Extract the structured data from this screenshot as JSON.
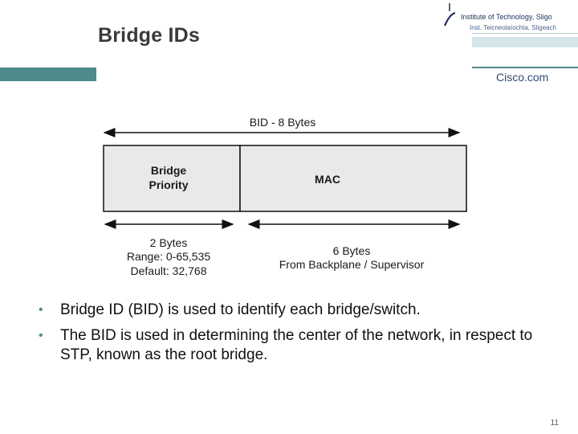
{
  "slide": {
    "title": "Bridge IDs",
    "page_number": "11"
  },
  "header": {
    "institute_name": "Institute of Technology, Sligo",
    "institute_irish": "Inst. Teicneolaíochta, Sligeach",
    "partner_logo": "Cisco.com",
    "colors": {
      "accent_teal": "#4f8a8b",
      "navy": "#1a2e5a"
    }
  },
  "diagram": {
    "bid_label": "BID - 8 Bytes",
    "priority_box_line1": "Bridge",
    "priority_box_line2": "Priority",
    "mac_box_label": "MAC",
    "priority_bytes": "2 Bytes",
    "priority_range": "Range: 0-65,535",
    "priority_default": "Default: 32,768",
    "mac_bytes": "6 Bytes",
    "mac_source": "From Backplane / Supervisor"
  },
  "bullets": [
    "Bridge ID (BID) is used to identify each bridge/switch.",
    "The BID is used in determining the center of the network, in respect to STP, known as the root bridge."
  ]
}
